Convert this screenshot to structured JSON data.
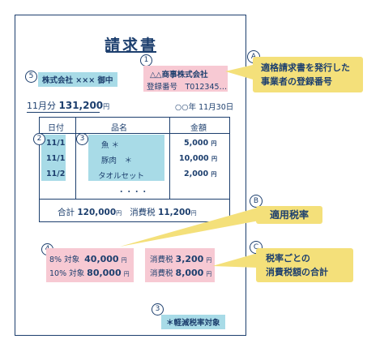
{
  "invoice": {
    "title": "請求書",
    "customer": "株式会社 ×××  御中",
    "issuer_name": "△△商事株式会社",
    "registration": "登録番号　T012345…",
    "month_label": "11月分",
    "month_amount": "131,200",
    "month_unit": "円",
    "date": "○○年 11月30日",
    "table_headers": [
      "日付",
      "品名",
      "金額"
    ],
    "rows": [
      {
        "date": "11/1",
        "item": "魚 ＊",
        "amount": "5,000",
        "unit": "円"
      },
      {
        "date": "11/1",
        "item": "豚肉　＊",
        "amount": "10,000",
        "unit": "円"
      },
      {
        "date": "11/2",
        "item": "タオルセット",
        "amount": "2,000",
        "unit": "円"
      }
    ],
    "ellipsis": "・・・・",
    "total_label": "合計",
    "total_value": "120,000",
    "total_unit": "円",
    "tax_label": "消費税",
    "tax_value": "11,200",
    "tax_unit": "円",
    "rate8_label": "8% 対象",
    "rate8_value": "40,000",
    "rate10_label": "10% 対象",
    "rate10_value": "80,000",
    "rate_unit": "円",
    "tax8_label": "消費税",
    "tax8_value": "3,200",
    "tax10_label": "消費税",
    "tax10_value": "8,000",
    "reduced_note": "＊軽減税率対象"
  },
  "markers": {
    "m1": "1",
    "m2": "2",
    "m3": "3",
    "m3b": "3",
    "m4": "4",
    "m5": "5"
  },
  "callouts": {
    "a_letter": "A",
    "a_text1": "適格請求書を発行した",
    "a_text2": "事業者の登録番号",
    "b_letter": "B",
    "b_text": "適用税率",
    "c_letter": "C",
    "c_text1": "税率ごとの",
    "c_text2": "消費税額の合計"
  },
  "colors": {
    "navy": "#1d3f6e",
    "pink": "#f7c9d3",
    "blue": "#a8dbe7",
    "yellow": "#f4e07a"
  }
}
